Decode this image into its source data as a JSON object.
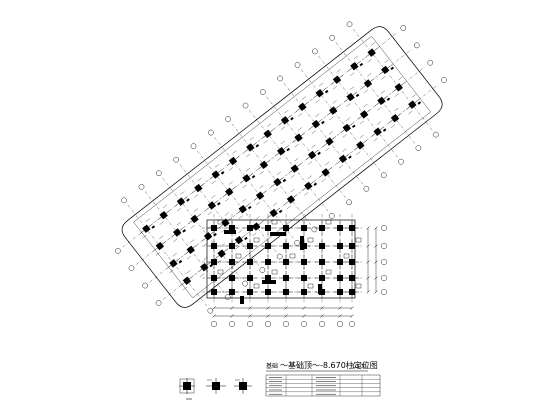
{
  "drawing": {
    "title_prefix": "基础",
    "title_main": "～基础顶～-8.670柱定位图",
    "title_scale": "1:100"
  }
}
